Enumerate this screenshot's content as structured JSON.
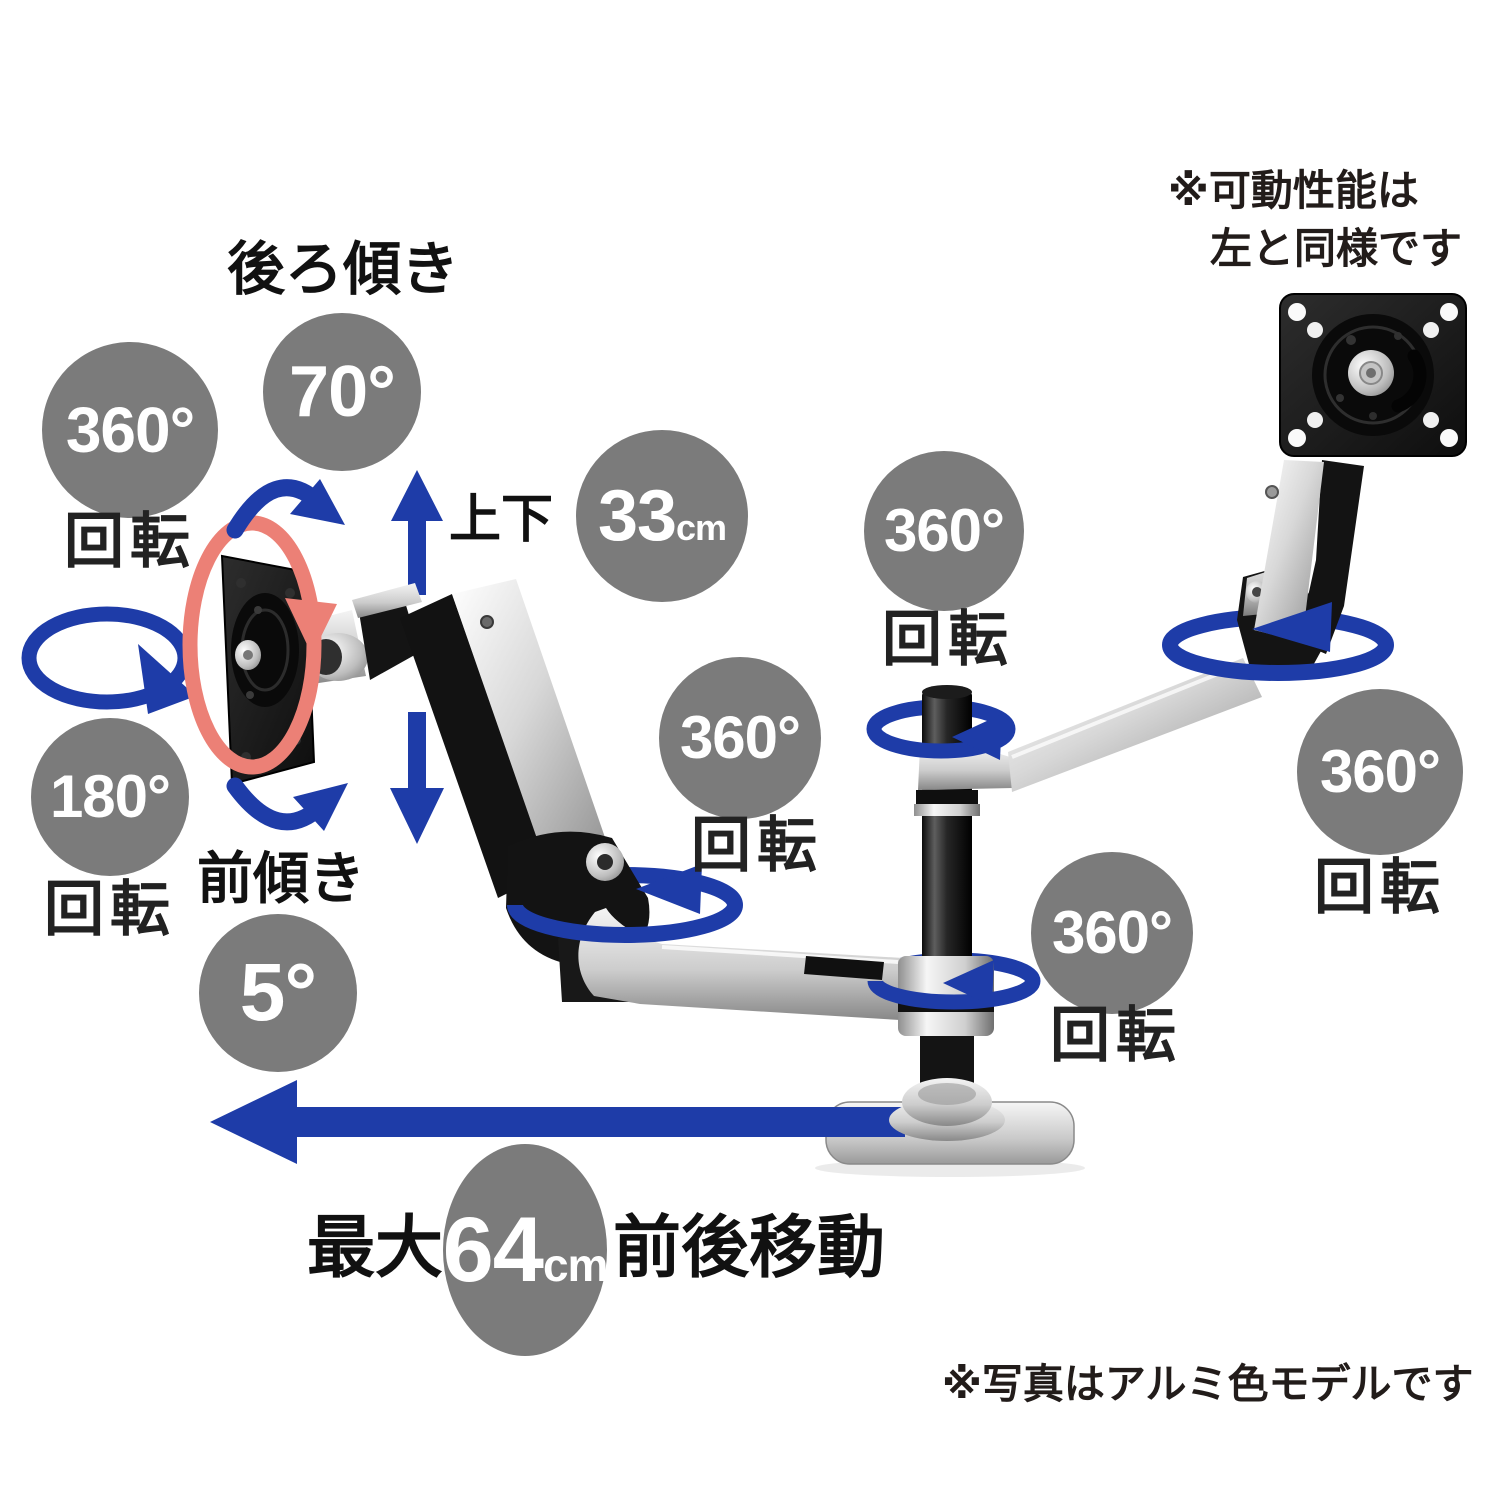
{
  "colors": {
    "accent_blue": "#1e3ca8",
    "accent_red": "#ec8076",
    "badge_gray": "#7b7b7b",
    "text_black": "#111111"
  },
  "labels": {
    "tilt_back_title": "後ろ傾き",
    "up_down": "上下",
    "tilt_forward": "前傾き",
    "range_max_prefix": "最大",
    "range_max_suffix": "前後移動",
    "note_top_right_line1": "※可動性能は",
    "note_top_right_line2": "左と同様です",
    "note_bottom_right": "※写真はアルミ色モデルです"
  },
  "badges": {
    "rotate_tl": {
      "value": "360°",
      "label": "回転"
    },
    "tilt_back": {
      "value": "70°"
    },
    "lift": {
      "value": "33",
      "unit": "cm"
    },
    "rotate_left": {
      "value": "180°",
      "label": "回転"
    },
    "tilt_fwd": {
      "value": "5°"
    },
    "rotate_mid": {
      "value": "360°",
      "label": "回転"
    },
    "rotate_pole_top": {
      "value": "360°",
      "label": "回転"
    },
    "rotate_right": {
      "value": "360°",
      "label": "回転"
    },
    "rotate_pole_bottom": {
      "value": "360°",
      "label": "回転"
    },
    "travel": {
      "value": "64",
      "unit": "cm"
    }
  }
}
